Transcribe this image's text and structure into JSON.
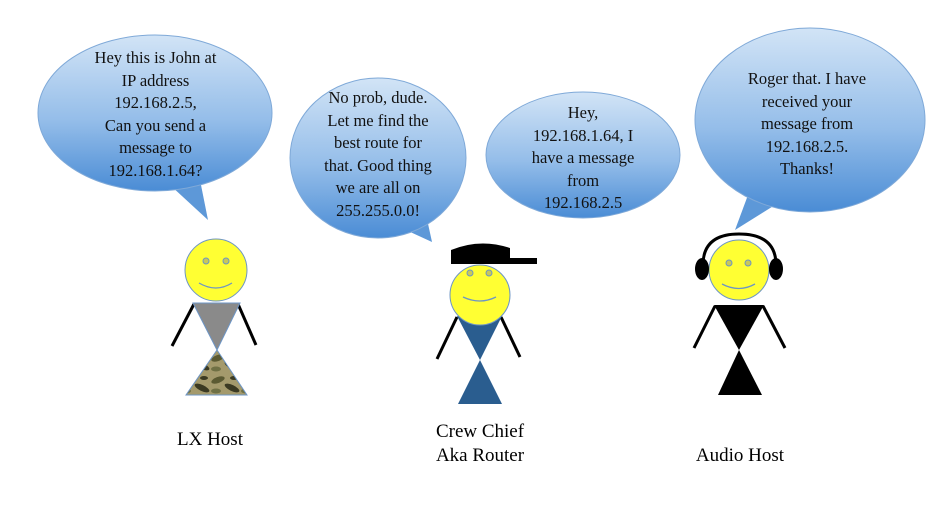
{
  "bubbles": [
    {
      "speaker": "LX Host",
      "lines": [
        "Hey this is John at",
        "IP address",
        "192.168.2.5,",
        "Can you send a",
        "message to",
        "192.168.1.64?"
      ]
    },
    {
      "speaker": "Crew Chief",
      "lines": [
        "No prob, dude.",
        "Let me find the",
        "best route for",
        "that. Good thing",
        "we are all on",
        "255.255.0.0!"
      ]
    },
    {
      "speaker": "Crew Chief",
      "lines": [
        "Hey,",
        "192.168.1.64, I",
        "have a message",
        "from",
        "192.168.2.5"
      ]
    },
    {
      "speaker": "Audio Host",
      "lines": [
        "Roger that. I have",
        "received your",
        "message from",
        "192.168.2.5.",
        "Thanks!"
      ]
    }
  ],
  "figures": {
    "lx_host": {
      "label": "LX Host"
    },
    "crew_chief": {
      "label_line1": "Crew Chief",
      "label_line2": "Aka Router"
    },
    "audio_host": {
      "label": "Audio Host"
    }
  },
  "colors": {
    "bubble_top": "#c9ddf3",
    "bubble_bottom": "#4f8fd6",
    "face": "#ffff33",
    "router_shirt": "#2a5d8f"
  }
}
